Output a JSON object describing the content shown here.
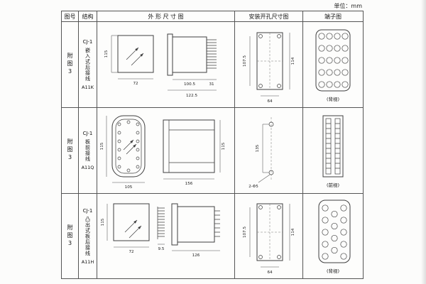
{
  "page": {
    "unit_label": "单位：mm"
  },
  "headers": {
    "fig_no": "图号",
    "structure": "结构",
    "outline": "外 形 尺 寸 图",
    "mounting": "安装开孔尺寸图",
    "terminal": "端子图"
  },
  "rows": [
    {
      "fig_no": "附图3",
      "model": "CJ-1",
      "structure": "嵌入式后接线",
      "code": "A11K",
      "outline_dims": {
        "h": "115",
        "w": "72",
        "d1": "100.5",
        "d2": "122.5",
        "d3": "31"
      },
      "mounting_dims": {
        "a": "107.5",
        "b": "114",
        "c": "64"
      },
      "terminal_caption": "(背视)"
    },
    {
      "fig_no": "附图3",
      "model": "CJ-1",
      "structure": "板前接线",
      "code": "A11Q",
      "outline_dims": {
        "h": "115",
        "w": "105",
        "d": "156"
      },
      "mounting_dims": {
        "a": "135",
        "note": "2-Φ5"
      },
      "terminal_caption": "(前视)"
    },
    {
      "fig_no": "附图3",
      "model": "CJ-1",
      "structure": "凸出式板后接线",
      "code": "A11H",
      "outline_dims": {
        "h": "115",
        "w": "72",
        "p": "9.5",
        "d": "126"
      },
      "mounting_dims": {
        "a": "107.5",
        "b": "114",
        "c": "64"
      },
      "terminal_caption": "(背视)"
    }
  ]
}
